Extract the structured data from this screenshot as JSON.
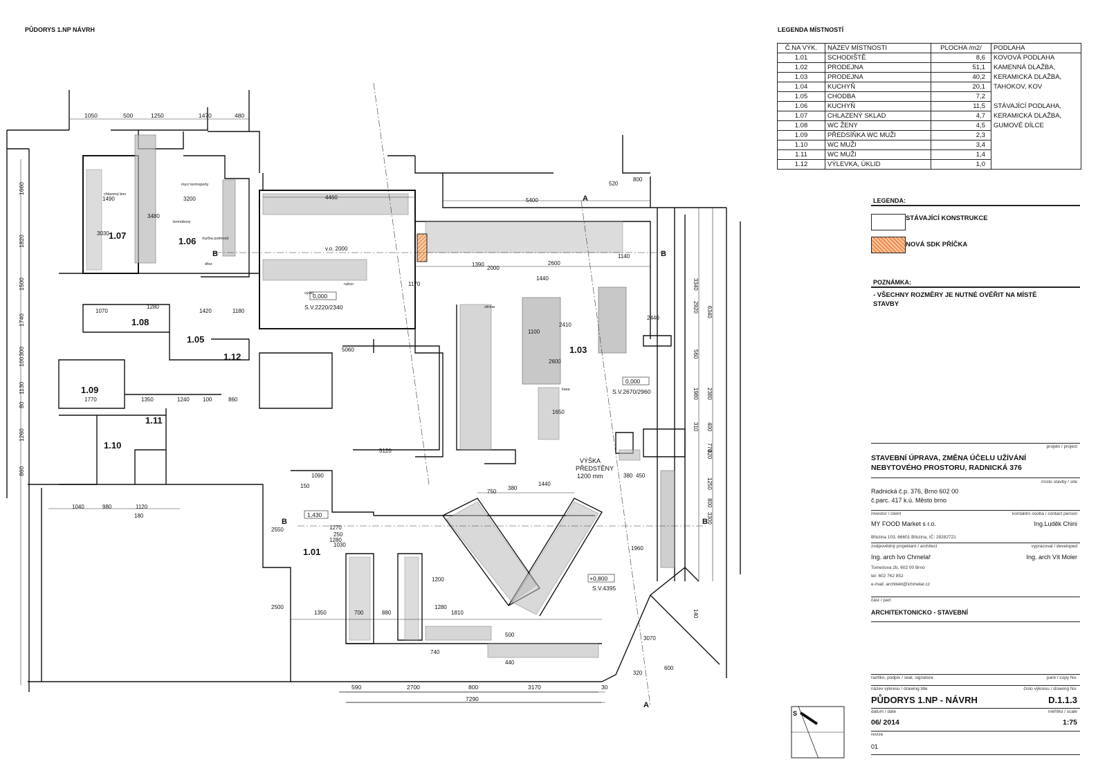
{
  "drawing_title_top": "PŮDORYS 1.NP NÁVRH",
  "room_legend": {
    "title": "LEGENDA MÍSTNOSTÍ",
    "headers": [
      "Č.NA VÝK.",
      "NÁZEV MÍSTNOSTI",
      "PLOCHA /m2/",
      "PODLAHA"
    ],
    "rows": [
      {
        "no": "1.01",
        "name": "SCHODIŠTĚ",
        "area": "8,6"
      },
      {
        "no": "1.02",
        "name": "PRODEJNA",
        "area": "51,1"
      },
      {
        "no": "1.03",
        "name": "PRODEJNA",
        "area": "40,2"
      },
      {
        "no": "1.04",
        "name": "KUCHYŇ",
        "area": "20,1"
      },
      {
        "no": "1.05",
        "name": "CHODBA",
        "area": "7,2"
      },
      {
        "no": "1.06",
        "name": "KUCHYŇ",
        "area": "11,5"
      },
      {
        "no": "1.07",
        "name": "CHLAZENÝ SKLAD",
        "area": "4,7"
      },
      {
        "no": "1.08",
        "name": "WC ŽENY",
        "area": "4,5"
      },
      {
        "no": "1.09",
        "name": "PŘEDSÍŇKA WC MUŽI",
        "area": "2,3"
      },
      {
        "no": "1.10",
        "name": "WC MUŽI",
        "area": "3,4"
      },
      {
        "no": "1.11",
        "name": "WC MUŽI",
        "area": "1,4"
      },
      {
        "no": "1.12",
        "name": "VÝLEVKA, ÚKLID",
        "area": "1,0"
      }
    ],
    "floor_lines": [
      "KOVOVÁ PODLAHA",
      "KAMENNÁ DLAŽBA,",
      "KERAMICKÁ DLAŽBA,",
      "TAHOKOV, KOV",
      "",
      "STÁVAJÍCÍ PODLAHA,",
      "KERAMICKÁ DLAŽBA,",
      "GUMOVÉ DÍLCE",
      "",
      "",
      "",
      ""
    ]
  },
  "legend": {
    "title": "LEGENDA:",
    "existing": "STÁVAJÍCÍ KONSTRUKCE",
    "new_wall": "NOVÁ SDK PŘÍČKA",
    "new_wall_color": "#f08a4b"
  },
  "note": {
    "title": "POZNÁMKA:",
    "text": "- VŠECHNY ROZMĚRY JE NUTNÉ OVĚŘIT NA MÍSTĚ STAVBY"
  },
  "title_block": {
    "project_label": "projekt / project",
    "project": "STAVEBNÍ ÚPRAVA, ZMĚNA ÚČELU UŽÍVÁNÍ NEBYTOVÉHO PROSTORU, RADNICKÁ 376",
    "site_label": "místo stavby / site",
    "site_line1": "Radnická č.p. 376, Brno 602 00",
    "site_line2": "č.parc. 417   k.ú. Město brno",
    "investor_label": "investor / client",
    "contact_label": "kontaktní osoba / contact person",
    "investor": "MY FOOD Market s r.o.",
    "contact": "Ing.Luděk Chini",
    "investor_address": "Březina 103, 66601 Březina, IČ: 29282721",
    "architect_label": "zodpovědný projektant / architect",
    "developer_label": "vypracoval / developed",
    "architect": "Ing. arch Ivo Chmelař",
    "developer": "Ing. arch Vít Moler",
    "architect_address": "Tomešova 2b, 602 00 Brno",
    "architect_phone": "tel: 602 762 852",
    "architect_email": "e-mail: architekt@ichmelar.cz",
    "part_label": "část / part",
    "part": "ARCHITEKTONICKO - STAVEBNÍ",
    "stamp_label": "razítko, podpis / seal, signature",
    "copy_label": "paré / copy No.",
    "drawing_title_label": "název výkresu / drawing title",
    "drawing_no_label": "číslo výkresu / drawing No.",
    "drawing_title": "PŮDORYS 1.NP - NÁVRH",
    "drawing_no": "D.1.1.3",
    "date_label": "datum / date",
    "scale_label": "měřítko / scale",
    "date": "06/ 2014",
    "scale": "1:75",
    "revision_label": "revize",
    "revision": "01"
  },
  "north": "S",
  "plan": {
    "rooms": [
      {
        "id": "1.07"
      },
      {
        "id": "1.06"
      },
      {
        "id": "1.08"
      },
      {
        "id": "1.05"
      },
      {
        "id": "1.12"
      },
      {
        "id": "1.09"
      },
      {
        "id": "1.11"
      },
      {
        "id": "1.10"
      },
      {
        "id": "1.03"
      },
      {
        "id": "1.01"
      }
    ],
    "section_marks": [
      "A",
      "A",
      "B",
      "B",
      "B",
      "B"
    ],
    "levels": [
      {
        "value": "0,000",
        "sub": "S.V.2220/2340"
      },
      {
        "value": "0,000",
        "sub": "S.V.2670/2960"
      },
      {
        "value": "+0,800",
        "sub": "S.V.4395"
      },
      {
        "value": "1,430",
        "sub": ""
      }
    ],
    "labels": [
      "v.o. 2000",
      "VÝŠKA",
      "PŘEDSTĚNY",
      "1200 mm",
      "chlazený box",
      "termoboxy",
      "mycí termoporty",
      "myčka podnosů",
      "dřez",
      "výdej",
      "ražon",
      "kasa",
      "vitrína"
    ],
    "dims_top": [
      "1050",
      "500",
      "1250",
      "1470",
      "480"
    ],
    "dims_left": [
      "1660",
      "1820",
      "1500",
      "1740",
      "300",
      "100",
      "1130",
      "80",
      "1260",
      "860"
    ],
    "dims_bottom": [
      "590",
      "2700",
      "800",
      "3170",
      "30",
      "7290"
    ],
    "dims_misc": [
      "3200",
      "1490",
      "3030",
      "3480",
      "4460",
      "5400",
      "520",
      "800",
      "2000",
      "2600",
      "1140",
      "1440",
      "1390",
      "1170",
      "2410",
      "1100",
      "2600",
      "1650",
      "5060",
      "5120",
      "1280",
      "1420",
      "1180",
      "1070",
      "1770",
      "1350",
      "1240",
      "100",
      "860",
      "1040",
      "980",
      "1120",
      "180",
      "2550",
      "2500",
      "1090",
      "150",
      "1270",
      "1280",
      "1030",
      "250",
      "750",
      "380",
      "1440",
      "380",
      "450",
      "1350",
      "700",
      "880",
      "1810",
      "1200",
      "1280",
      "740",
      "500",
      "440",
      "3340",
      "6340",
      "2920",
      "1980",
      "2380",
      "3300",
      "1250",
      "800",
      "820",
      "770",
      "400",
      "310",
      "560",
      "2440",
      "1960",
      "3070",
      "600",
      "320",
      "140"
    ]
  }
}
